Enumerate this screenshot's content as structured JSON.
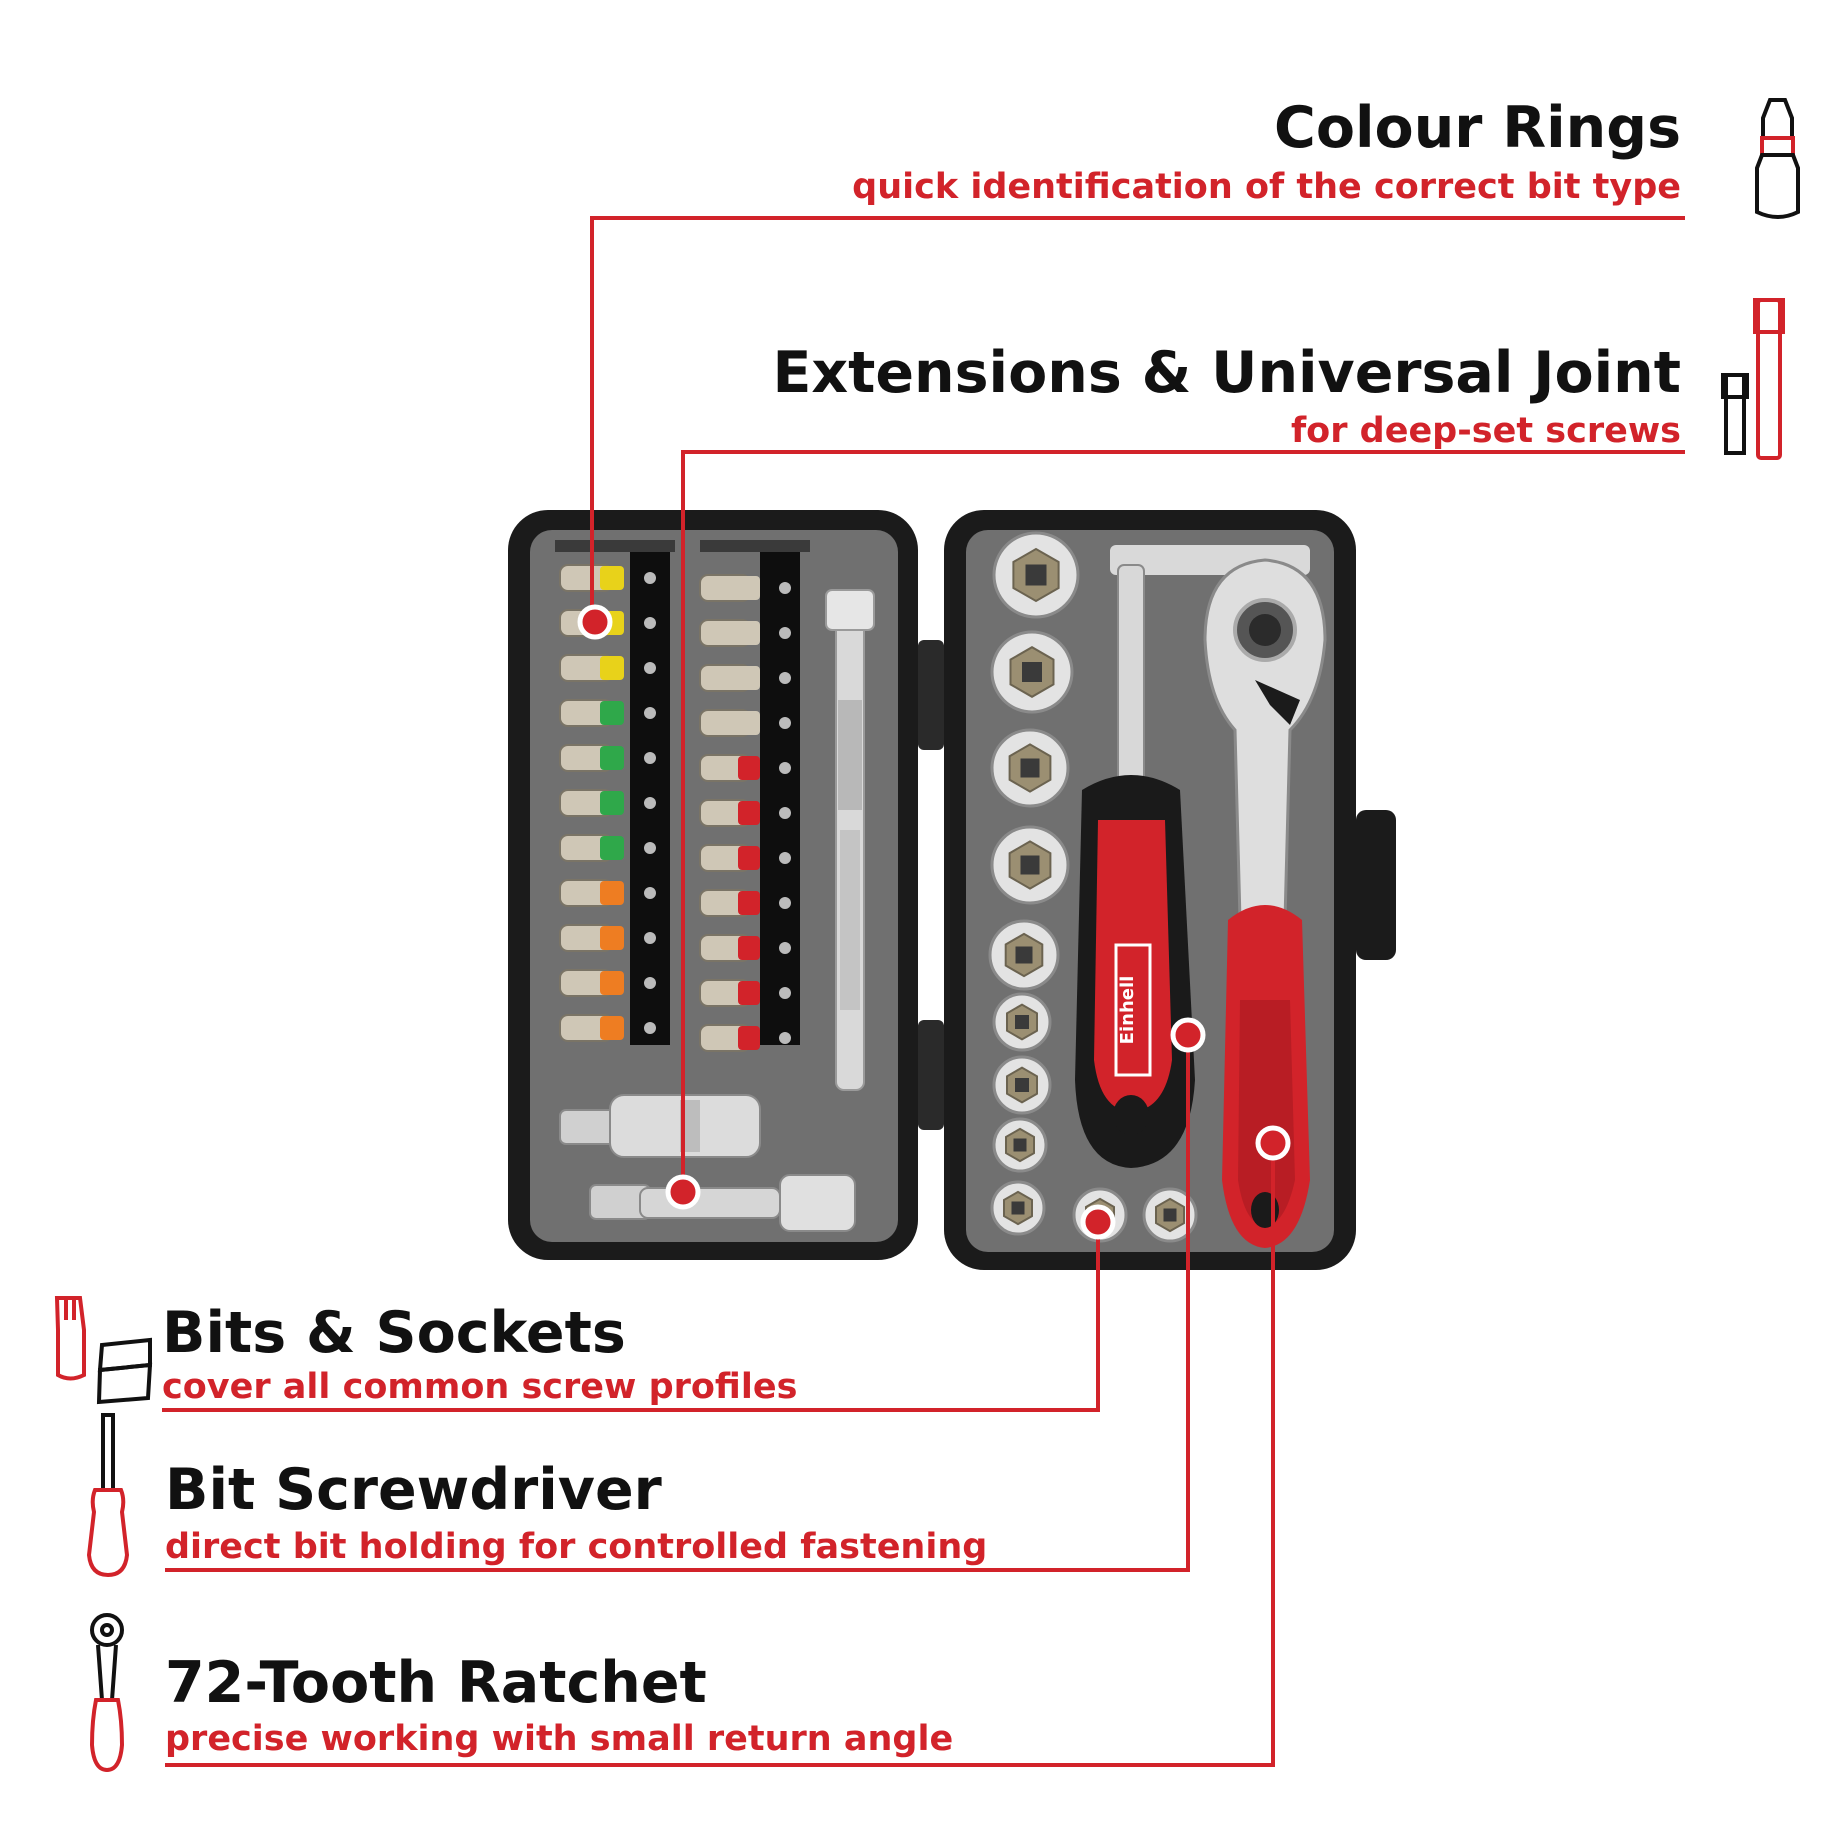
{
  "colors": {
    "accent": "#d2232a",
    "text": "#111111",
    "case": "#1a1a1a",
    "tray": "#6f6f6f",
    "chrome": "#d8d8d8"
  },
  "features": [
    {
      "id": "colour-rings",
      "title": "Colour Rings",
      "subtitle": "quick identification of the correct bit type",
      "icon": "bit-icon"
    },
    {
      "id": "extensions",
      "title": "Extensions & Universal Joint",
      "subtitle": "for deep-set screws",
      "icon": "extension-bars-icon"
    },
    {
      "id": "bits-sockets",
      "title": "Bits & Sockets",
      "subtitle": "cover all common screw profiles",
      "icon": "bit-and-socket-icon"
    },
    {
      "id": "bit-screwdriver",
      "title": "Bit Screwdriver",
      "subtitle": "direct bit holding for controlled fastening",
      "icon": "screwdriver-icon"
    },
    {
      "id": "ratchet",
      "title": "72-Tooth Ratchet",
      "subtitle": "precise working with small return angle",
      "icon": "ratchet-icon"
    }
  ],
  "product": {
    "brand_label": "Einhell"
  }
}
